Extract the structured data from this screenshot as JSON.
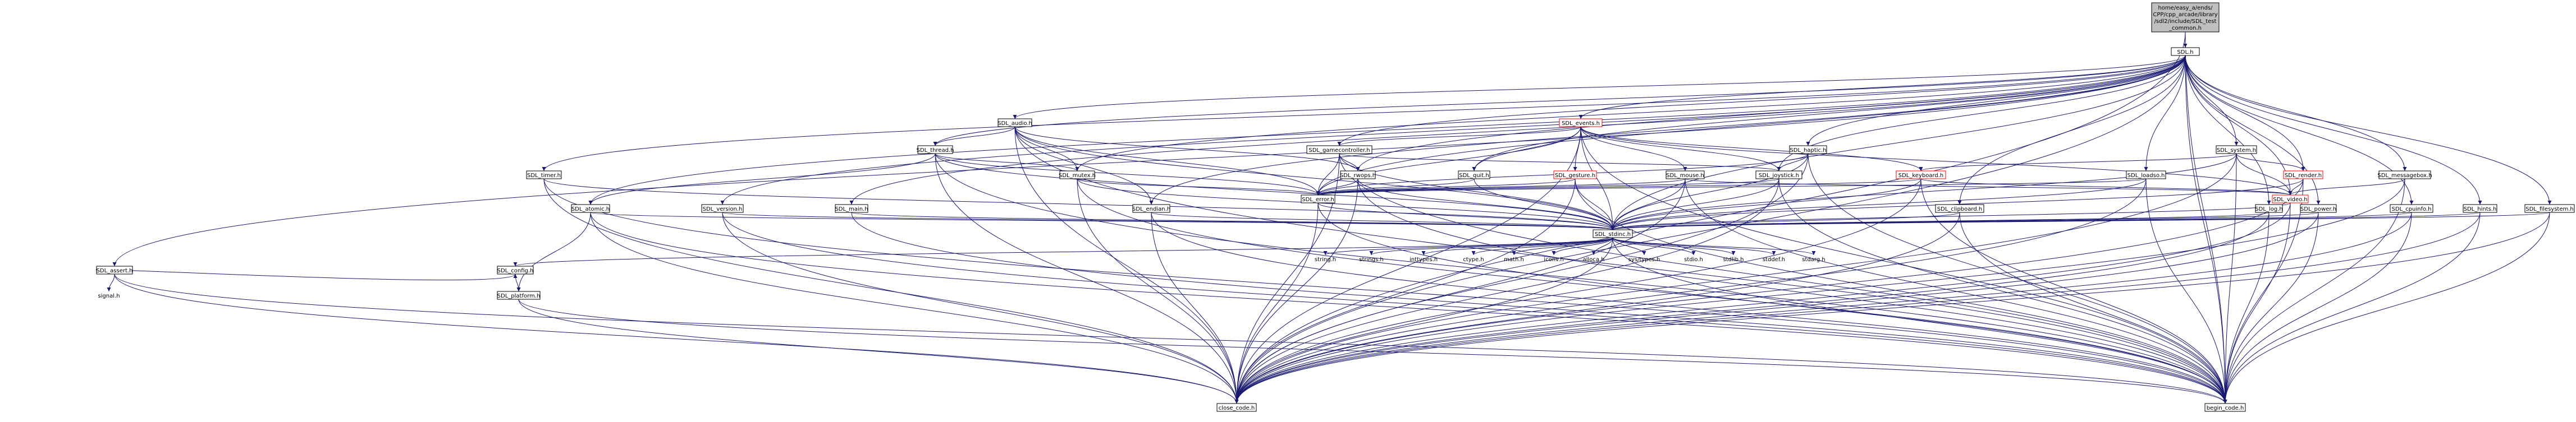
{
  "diagram": {
    "nodes": [
      {
        "id": "root",
        "label": [
          "home/easy_a/ends/",
          "CPP/cpp_arcade/library",
          "/sdl2/include/SDL_test",
          "_common.h"
        ],
        "kind": "root"
      },
      {
        "id": "sdl",
        "label": [
          "SDL.h"
        ],
        "kind": "std"
      },
      {
        "id": "assert",
        "label": [
          "SDL_assert.h"
        ],
        "kind": "std"
      },
      {
        "id": "signal",
        "label": [
          "signal.h"
        ],
        "kind": "ext"
      },
      {
        "id": "timer",
        "label": [
          "SDL_timer.h"
        ],
        "kind": "std"
      },
      {
        "id": "atomic",
        "label": [
          "SDL_atomic.h"
        ],
        "kind": "std"
      },
      {
        "id": "audio",
        "label": [
          "SDL_audio.h"
        ],
        "kind": "std"
      },
      {
        "id": "thread",
        "label": [
          "SDL_thread.h"
        ],
        "kind": "std"
      },
      {
        "id": "mutex",
        "label": [
          "SDL_mutex.h"
        ],
        "kind": "std"
      },
      {
        "id": "version",
        "label": [
          "SDL_version.h"
        ],
        "kind": "std"
      },
      {
        "id": "main",
        "label": [
          "SDL_main.h"
        ],
        "kind": "std"
      },
      {
        "id": "endian",
        "label": [
          "SDL_endian.h"
        ],
        "kind": "std"
      },
      {
        "id": "rwops",
        "label": [
          "SDL_rwops.h"
        ],
        "kind": "std"
      },
      {
        "id": "gamecontroller",
        "label": [
          "SDL_gamecontroller.h"
        ],
        "kind": "std"
      },
      {
        "id": "events",
        "label": [
          "SDL_events.h"
        ],
        "kind": "red"
      },
      {
        "id": "quit",
        "label": [
          "SDL_quit.h"
        ],
        "kind": "std"
      },
      {
        "id": "gesture",
        "label": [
          "SDL_gesture.h"
        ],
        "kind": "red"
      },
      {
        "id": "mouse",
        "label": [
          "SDL_mouse.h"
        ],
        "kind": "std"
      },
      {
        "id": "joystick",
        "label": [
          "SDL_joystick.h"
        ],
        "kind": "std"
      },
      {
        "id": "haptic",
        "label": [
          "SDL_haptic.h"
        ],
        "kind": "std"
      },
      {
        "id": "keyboard",
        "label": [
          "SDL_keyboard.h"
        ],
        "kind": "red"
      },
      {
        "id": "clipboard",
        "label": [
          "SDL_clipboard.h"
        ],
        "kind": "std"
      },
      {
        "id": "system",
        "label": [
          "SDL_system.h"
        ],
        "kind": "std"
      },
      {
        "id": "loadso",
        "label": [
          "SDL_loadso.h"
        ],
        "kind": "std"
      },
      {
        "id": "render",
        "label": [
          "SDL_render.h"
        ],
        "kind": "red"
      },
      {
        "id": "video",
        "label": [
          "SDL_video.h"
        ],
        "kind": "red"
      },
      {
        "id": "cpuinfo",
        "label": [
          "SDL_cpuinfo.h"
        ],
        "kind": "std"
      },
      {
        "id": "filesystem",
        "label": [
          "SDL_filesystem.h"
        ],
        "kind": "std"
      },
      {
        "id": "messagebox",
        "label": [
          "SDL_messagebox.h"
        ],
        "kind": "std"
      },
      {
        "id": "hints",
        "label": [
          "SDL_hints.h"
        ],
        "kind": "std"
      },
      {
        "id": "log",
        "label": [
          "SDL_log.h"
        ],
        "kind": "std"
      },
      {
        "id": "power",
        "label": [
          "SDL_power.h"
        ],
        "kind": "std"
      },
      {
        "id": "error",
        "label": [
          "SDL_error.h"
        ],
        "kind": "std"
      },
      {
        "id": "stdinc",
        "label": [
          "SDL_stdinc.h"
        ],
        "kind": "std"
      },
      {
        "id": "config",
        "label": [
          "SDL_config.h"
        ],
        "kind": "std"
      },
      {
        "id": "platform",
        "label": [
          "SDL_platform.h"
        ],
        "kind": "std"
      },
      {
        "id": "string",
        "label": [
          "string.h"
        ],
        "kind": "ext"
      },
      {
        "id": "strings",
        "label": [
          "strings.h"
        ],
        "kind": "ext"
      },
      {
        "id": "inttypes",
        "label": [
          "inttypes.h"
        ],
        "kind": "ext"
      },
      {
        "id": "ctype",
        "label": [
          "ctype.h"
        ],
        "kind": "ext"
      },
      {
        "id": "math",
        "label": [
          "math.h"
        ],
        "kind": "ext"
      },
      {
        "id": "iconv",
        "label": [
          "iconv.h"
        ],
        "kind": "ext"
      },
      {
        "id": "alloca",
        "label": [
          "alloca.h"
        ],
        "kind": "ext"
      },
      {
        "id": "systypes",
        "label": [
          "sys/types.h"
        ],
        "kind": "ext"
      },
      {
        "id": "stdio",
        "label": [
          "stdio.h"
        ],
        "kind": "ext"
      },
      {
        "id": "stdlib",
        "label": [
          "stdlib.h"
        ],
        "kind": "ext"
      },
      {
        "id": "stddef",
        "label": [
          "stddef.h"
        ],
        "kind": "ext"
      },
      {
        "id": "stdarg",
        "label": [
          "stdarg.h"
        ],
        "kind": "ext"
      },
      {
        "id": "close",
        "label": [
          "close_code.h"
        ],
        "kind": "std"
      },
      {
        "id": "begin",
        "label": [
          "begin_code.h"
        ],
        "kind": "std"
      }
    ],
    "edges": [
      [
        "root",
        "sdl"
      ],
      [
        "root",
        "close"
      ],
      [
        "root",
        "begin"
      ],
      [
        "sdl",
        "assert"
      ],
      [
        "sdl",
        "timer"
      ],
      [
        "sdl",
        "atomic"
      ],
      [
        "sdl",
        "audio"
      ],
      [
        "sdl",
        "thread"
      ],
      [
        "sdl",
        "mutex"
      ],
      [
        "sdl",
        "version"
      ],
      [
        "sdl",
        "main"
      ],
      [
        "sdl",
        "endian"
      ],
      [
        "sdl",
        "rwops"
      ],
      [
        "sdl",
        "gamecontroller"
      ],
      [
        "sdl",
        "events"
      ],
      [
        "sdl",
        "haptic"
      ],
      [
        "sdl",
        "clipboard"
      ],
      [
        "sdl",
        "system"
      ],
      [
        "sdl",
        "loadso"
      ],
      [
        "sdl",
        "render"
      ],
      [
        "sdl",
        "video"
      ],
      [
        "sdl",
        "cpuinfo"
      ],
      [
        "sdl",
        "filesystem"
      ],
      [
        "sdl",
        "messagebox"
      ],
      [
        "sdl",
        "hints"
      ],
      [
        "sdl",
        "log"
      ],
      [
        "sdl",
        "power"
      ],
      [
        "sdl",
        "error"
      ],
      [
        "sdl",
        "stdinc"
      ],
      [
        "sdl",
        "quit"
      ],
      [
        "sdl",
        "joystick"
      ],
      [
        "sdl",
        "close"
      ],
      [
        "sdl",
        "begin"
      ],
      [
        "assert",
        "signal"
      ],
      [
        "assert",
        "config"
      ],
      [
        "assert",
        "close"
      ],
      [
        "assert",
        "begin"
      ],
      [
        "timer",
        "stdinc"
      ],
      [
        "timer",
        "close"
      ],
      [
        "timer",
        "begin"
      ],
      [
        "atomic",
        "stdinc"
      ],
      [
        "atomic",
        "platform"
      ],
      [
        "atomic",
        "close"
      ],
      [
        "atomic",
        "begin"
      ],
      [
        "audio",
        "stdinc"
      ],
      [
        "audio",
        "error"
      ],
      [
        "audio",
        "endian"
      ],
      [
        "audio",
        "mutex"
      ],
      [
        "audio",
        "thread"
      ],
      [
        "audio",
        "rwops"
      ],
      [
        "audio",
        "close"
      ],
      [
        "audio",
        "begin"
      ],
      [
        "thread",
        "stdinc"
      ],
      [
        "thread",
        "error"
      ],
      [
        "thread",
        "atomic"
      ],
      [
        "thread",
        "mutex"
      ],
      [
        "thread",
        "close"
      ],
      [
        "thread",
        "begin"
      ],
      [
        "mutex",
        "stdinc"
      ],
      [
        "mutex",
        "error"
      ],
      [
        "mutex",
        "close"
      ],
      [
        "mutex",
        "begin"
      ],
      [
        "version",
        "stdinc"
      ],
      [
        "version",
        "close"
      ],
      [
        "version",
        "begin"
      ],
      [
        "main",
        "stdinc"
      ],
      [
        "main",
        "begin"
      ],
      [
        "endian",
        "stdinc"
      ],
      [
        "endian",
        "close"
      ],
      [
        "endian",
        "begin"
      ],
      [
        "rwops",
        "stdinc"
      ],
      [
        "rwops",
        "error"
      ],
      [
        "rwops",
        "close"
      ],
      [
        "rwops",
        "begin"
      ],
      [
        "gamecontroller",
        "stdinc"
      ],
      [
        "gamecontroller",
        "error"
      ],
      [
        "gamecontroller",
        "rwops"
      ],
      [
        "gamecontroller",
        "joystick"
      ],
      [
        "gamecontroller",
        "close"
      ],
      [
        "gamecontroller",
        "begin"
      ],
      [
        "events",
        "stdinc"
      ],
      [
        "events",
        "error"
      ],
      [
        "events",
        "video"
      ],
      [
        "events",
        "keyboard"
      ],
      [
        "events",
        "mouse"
      ],
      [
        "events",
        "joystick"
      ],
      [
        "events",
        "gamecontroller"
      ],
      [
        "events",
        "quit"
      ],
      [
        "events",
        "gesture"
      ],
      [
        "events",
        "close"
      ],
      [
        "events",
        "begin"
      ],
      [
        "quit",
        "stdinc"
      ],
      [
        "quit",
        "error"
      ],
      [
        "gesture",
        "stdinc"
      ],
      [
        "gesture",
        "error"
      ],
      [
        "gesture",
        "close"
      ],
      [
        "gesture",
        "begin"
      ],
      [
        "mouse",
        "stdinc"
      ],
      [
        "mouse",
        "error"
      ],
      [
        "mouse",
        "video"
      ],
      [
        "mouse",
        "close"
      ],
      [
        "mouse",
        "begin"
      ],
      [
        "joystick",
        "stdinc"
      ],
      [
        "joystick",
        "error"
      ],
      [
        "joystick",
        "close"
      ],
      [
        "joystick",
        "begin"
      ],
      [
        "haptic",
        "stdinc"
      ],
      [
        "haptic",
        "error"
      ],
      [
        "haptic",
        "joystick"
      ],
      [
        "haptic",
        "close"
      ],
      [
        "haptic",
        "begin"
      ],
      [
        "keyboard",
        "stdinc"
      ],
      [
        "keyboard",
        "error"
      ],
      [
        "keyboard",
        "video"
      ],
      [
        "keyboard",
        "close"
      ],
      [
        "keyboard",
        "begin"
      ],
      [
        "clipboard",
        "stdinc"
      ],
      [
        "clipboard",
        "close"
      ],
      [
        "clipboard",
        "begin"
      ],
      [
        "system",
        "stdinc"
      ],
      [
        "system",
        "keyboard"
      ],
      [
        "system",
        "render"
      ],
      [
        "system",
        "video"
      ],
      [
        "system",
        "close"
      ],
      [
        "system",
        "begin"
      ],
      [
        "loadso",
        "stdinc"
      ],
      [
        "loadso",
        "error"
      ],
      [
        "loadso",
        "close"
      ],
      [
        "loadso",
        "begin"
      ],
      [
        "render",
        "stdinc"
      ],
      [
        "render",
        "video"
      ],
      [
        "render",
        "close"
      ],
      [
        "render",
        "begin"
      ],
      [
        "video",
        "stdinc"
      ],
      [
        "video",
        "close"
      ],
      [
        "video",
        "begin"
      ],
      [
        "cpuinfo",
        "stdinc"
      ],
      [
        "cpuinfo",
        "close"
      ],
      [
        "cpuinfo",
        "begin"
      ],
      [
        "filesystem",
        "stdinc"
      ],
      [
        "filesystem",
        "close"
      ],
      [
        "filesystem",
        "begin"
      ],
      [
        "messagebox",
        "video"
      ],
      [
        "messagebox",
        "close"
      ],
      [
        "messagebox",
        "begin"
      ],
      [
        "hints",
        "stdinc"
      ],
      [
        "hints",
        "close"
      ],
      [
        "hints",
        "begin"
      ],
      [
        "log",
        "stdinc"
      ],
      [
        "log",
        "close"
      ],
      [
        "log",
        "begin"
      ],
      [
        "power",
        "stdinc"
      ],
      [
        "power",
        "close"
      ],
      [
        "power",
        "begin"
      ],
      [
        "error",
        "stdinc"
      ],
      [
        "error",
        "close"
      ],
      [
        "error",
        "begin"
      ],
      [
        "stdinc",
        "config"
      ],
      [
        "stdinc",
        "string"
      ],
      [
        "stdinc",
        "strings"
      ],
      [
        "stdinc",
        "inttypes"
      ],
      [
        "stdinc",
        "ctype"
      ],
      [
        "stdinc",
        "math"
      ],
      [
        "stdinc",
        "iconv"
      ],
      [
        "stdinc",
        "alloca"
      ],
      [
        "stdinc",
        "systypes"
      ],
      [
        "stdinc",
        "stdio"
      ],
      [
        "stdinc",
        "stdlib"
      ],
      [
        "stdinc",
        "stddef"
      ],
      [
        "stdinc",
        "stdarg"
      ],
      [
        "stdinc",
        "close"
      ],
      [
        "stdinc",
        "begin"
      ],
      [
        "config",
        "platform"
      ],
      [
        "platform",
        "close"
      ],
      [
        "platform",
        "begin"
      ]
    ],
    "colors": {
      "edge": "#191970",
      "root_fill": "#bfbfbf",
      "red_border": "#ff0000",
      "node_border": "#000000"
    }
  }
}
